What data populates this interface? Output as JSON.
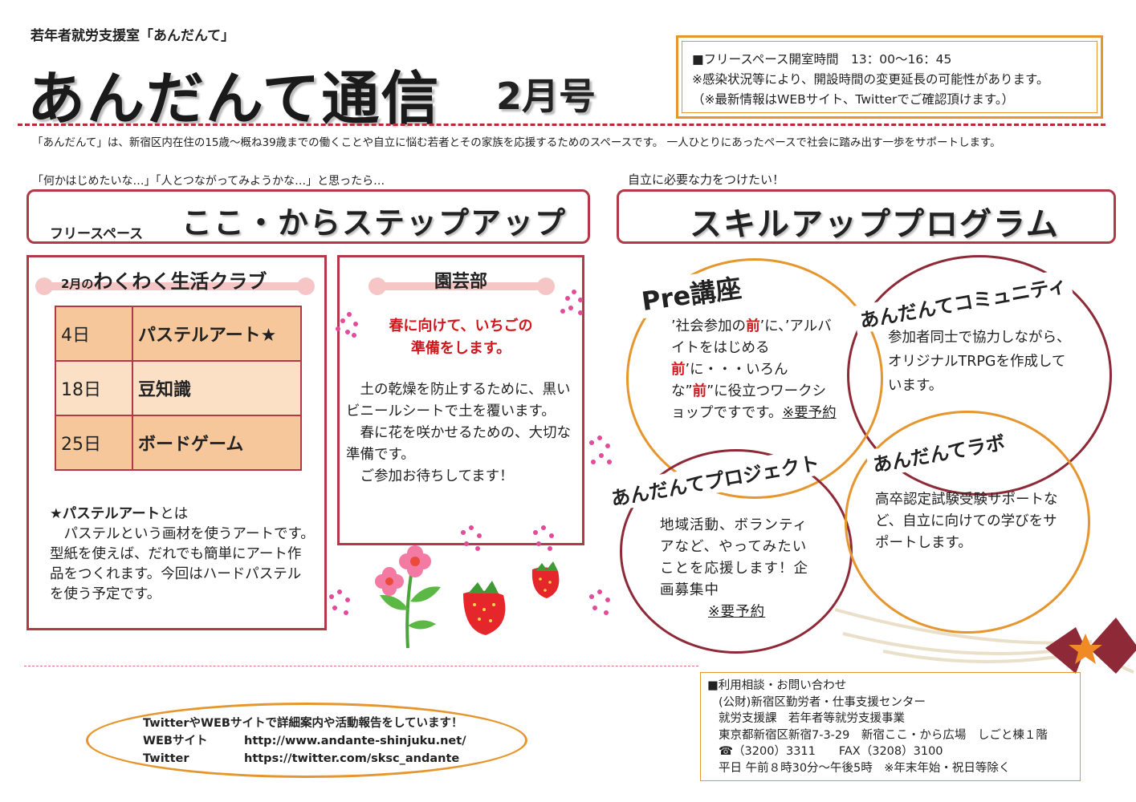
{
  "header": {
    "org": "若年者就労支援室「あんだんて」",
    "title": "あんだんて通信",
    "month": "2月号"
  },
  "hours": {
    "line1": "■フリースペース開室時間　13：00～16：45",
    "line2": "※感染状況等により、開設時間の変更延長の可能性があります。",
    "line3": "（※最新情報はWEBサイト、Twitterでご確認頂けます。）"
  },
  "intro": "「あんだんて」は、新宿区内在住の15歳～概ね39歳までの働くことや自立に悩む若者とその家族を応援するためのスペースです。 一人ひとりにあったペースで社会に踏み出す一歩をサポートします。",
  "left": {
    "lead": "「何かはじめたいな…」「人とつながってみようかな…」と思ったら…",
    "banner_small": "フリースペース",
    "banner_big": "ここ・からステップアップ"
  },
  "right": {
    "lead": "自立に必要な力をつけたい！",
    "banner": "スキルアッププログラム"
  },
  "club": {
    "title_small": "2月の",
    "title_big": "わくわく生活クラブ",
    "schedule": [
      {
        "day": "4日",
        "name": "パステルアート★"
      },
      {
        "day": "18日",
        "name": "豆知識"
      },
      {
        "day": "25日",
        "name": "ボードゲーム"
      }
    ],
    "note_head": "★パステルアート",
    "note_head_suffix": "とは",
    "note_body": "　パステルという画材を使うアートです。型紙を使えば、だれでも簡単にアート作品をつくれます。今回はハードパステルを使う予定です。"
  },
  "garden": {
    "title": "園芸部",
    "red1": "春に向けて、いちごの",
    "red2": "準備をします。",
    "p1": "　土の乾燥を防止するために、黒いビニールシートで土を覆います。",
    "p2": "　春に花を咲かせるための、大切な準備です。",
    "p3": "　ご参加お待ちしてます！"
  },
  "programs": {
    "pre": {
      "title": "Pre講座",
      "t1": "’社会参加の",
      "t2": "前",
      "t3": "’に、’アルバイトをはじめる",
      "t4": "前",
      "t5": "’に・・・いろんな”",
      "t6": "前",
      "t7": "”に役立つワークショップですです。",
      "reserve": "※要予約"
    },
    "community": {
      "title": "あんだんてコミュニティ",
      "text": "参加者同士で協力しながら、オリジナルTRPGを作成しています。"
    },
    "project": {
      "title": "あんだんてプロジェクト",
      "text": "地域活動、ボランティアなど、やってみたいことを応援します！企画募集中",
      "reserve": "※要予約"
    },
    "lab": {
      "title": "あんだんてラボ",
      "text": "高卒認定試験受験サポートなど、自立に向けての学びをサポートします。"
    }
  },
  "contact": {
    "line1": "TwitterやWEBサイトで詳細案内や活動報告をしています！",
    "web_label": "WEBサイト",
    "web_url": "http://www.andante-shinjuku.net/",
    "tw_label": "Twitter",
    "tw_url": "https://twitter.com/sksc_andante"
  },
  "inquiry": {
    "head": "■利用相談・お問い合わせ",
    "l1": "(公財)新宿区勤労者・仕事支援センター",
    "l2": "就労支援課　若年者等就労支援事業",
    "l3": "東京都新宿区新宿7-3-29　新宿ここ・から広場　しごと棟１階",
    "l4": "☎（3200）3311　　FAX（3208）3100",
    "l5": "平日 午前８時30分～午後5時　※年末年始・祝日等除く"
  },
  "colors": {
    "frame": "#b23a48",
    "accent": "#e6962e",
    "table_cell": "#f6c79a",
    "table_cell_light": "#fbe0c6",
    "highlight_red": "#d3161c"
  }
}
